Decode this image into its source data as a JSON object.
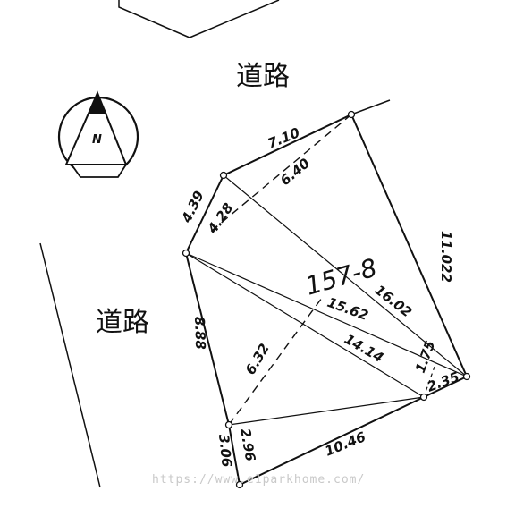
{
  "roads": {
    "top": "道路",
    "left": "道路"
  },
  "lot_number": "157-8",
  "compass": {
    "label": "N"
  },
  "measurements": {
    "top_edge": "7.10",
    "diag_top": "6.40",
    "right_edge": "11.022",
    "left_upper": "4.39",
    "left_upper_inner": "4.28",
    "diag_a": "15.62",
    "diag_b": "16.02",
    "diag_c": "14.14",
    "right_small_a": "1.75",
    "right_small_b": "2.35",
    "left_mid": "8.88",
    "diag_dashed": "6.32",
    "bottom_edge": "10.46",
    "bottom_left_a": "3.06",
    "bottom_left_b": "2.96"
  },
  "watermark": "https://www.e1parkhome.com/"
}
